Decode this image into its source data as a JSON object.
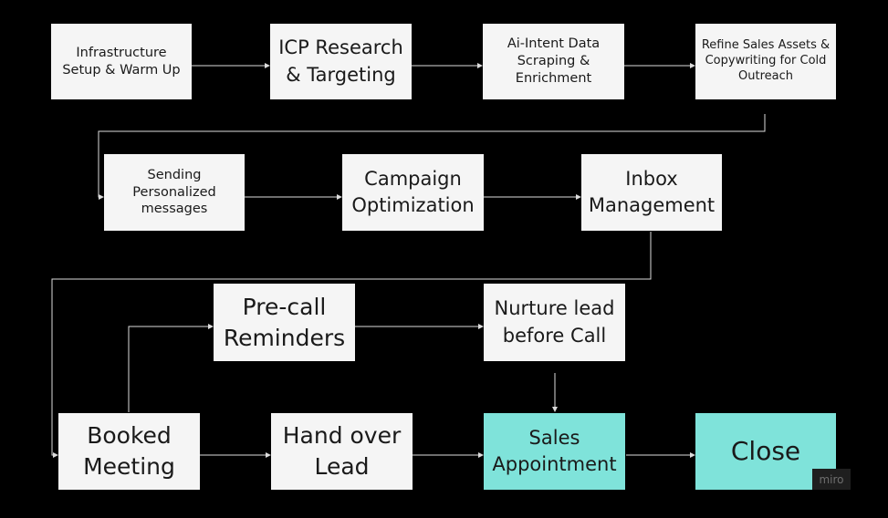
{
  "nodes": {
    "infra": "Infrastructure Setup & Warm Up",
    "icp": "ICP Research & Targeting",
    "ai_intent": "Ai-Intent Data Scraping & Enrichment",
    "refine": "Refine Sales Assets & Copywriting for Cold Outreach",
    "sending": "Sending Personalized messages",
    "campaign": "Campaign Optimization",
    "inbox": "Inbox Management",
    "precall": "Pre-call Reminders",
    "nurture": "Nurture lead before Call",
    "booked": "Booked Meeting",
    "handover": "Hand over Lead",
    "sales_appt": "Sales Appointment",
    "close": "Close"
  },
  "colors": {
    "background": "#000000",
    "node_fill": "#f5f5f5",
    "accent_fill": "#7fe3da",
    "connector": "#dcdcdc"
  },
  "watermark": "miro"
}
